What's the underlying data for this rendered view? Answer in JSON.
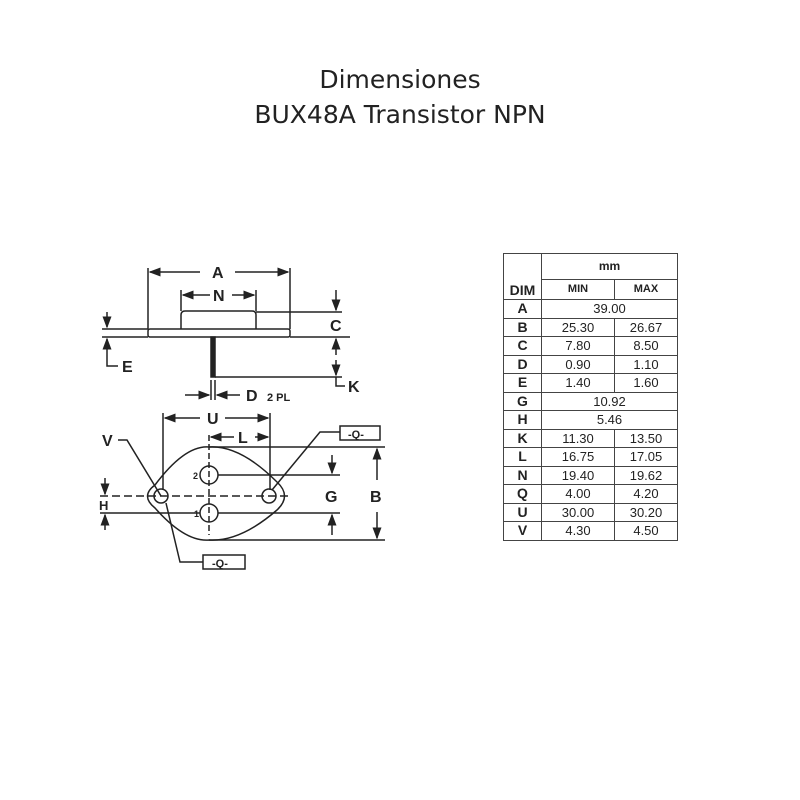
{
  "title": {
    "line1": "Dimensiones",
    "line2": "BUX48A Transistor NPN"
  },
  "diagram_labels": {
    "A": "A",
    "N": "N",
    "C": "C",
    "E": "E",
    "K": "K",
    "D": "D",
    "D_note": "2 PL",
    "U": "U",
    "L": "L",
    "V": "V",
    "H": "H",
    "G": "G",
    "B": "B",
    "Q_top": "-Q-",
    "Q_bottom": "-Q-",
    "pin2": "2",
    "pin1": "1"
  },
  "table": {
    "unit": "mm",
    "col_dim": "DIM",
    "col_min": "MIN",
    "col_max": "MAX",
    "rows": [
      {
        "dim": "A",
        "min": "39.00",
        "span": true
      },
      {
        "dim": "B",
        "min": "25.30",
        "max": "26.67"
      },
      {
        "dim": "C",
        "min": "7.80",
        "max": "8.50"
      },
      {
        "dim": "D",
        "min": "0.90",
        "max": "1.10"
      },
      {
        "dim": "E",
        "min": "1.40",
        "max": "1.60"
      },
      {
        "dim": "G",
        "min": "10.92",
        "span": true
      },
      {
        "dim": "H",
        "min": "5.46",
        "span": true
      },
      {
        "dim": "K",
        "min": "11.30",
        "max": "13.50"
      },
      {
        "dim": "L",
        "min": "16.75",
        "max": "17.05"
      },
      {
        "dim": "N",
        "min": "19.40",
        "max": "19.62"
      },
      {
        "dim": "Q",
        "min": "4.00",
        "max": "4.20"
      },
      {
        "dim": "U",
        "min": "30.00",
        "max": "30.20"
      },
      {
        "dim": "V",
        "min": "4.30",
        "max": "4.50"
      }
    ]
  }
}
